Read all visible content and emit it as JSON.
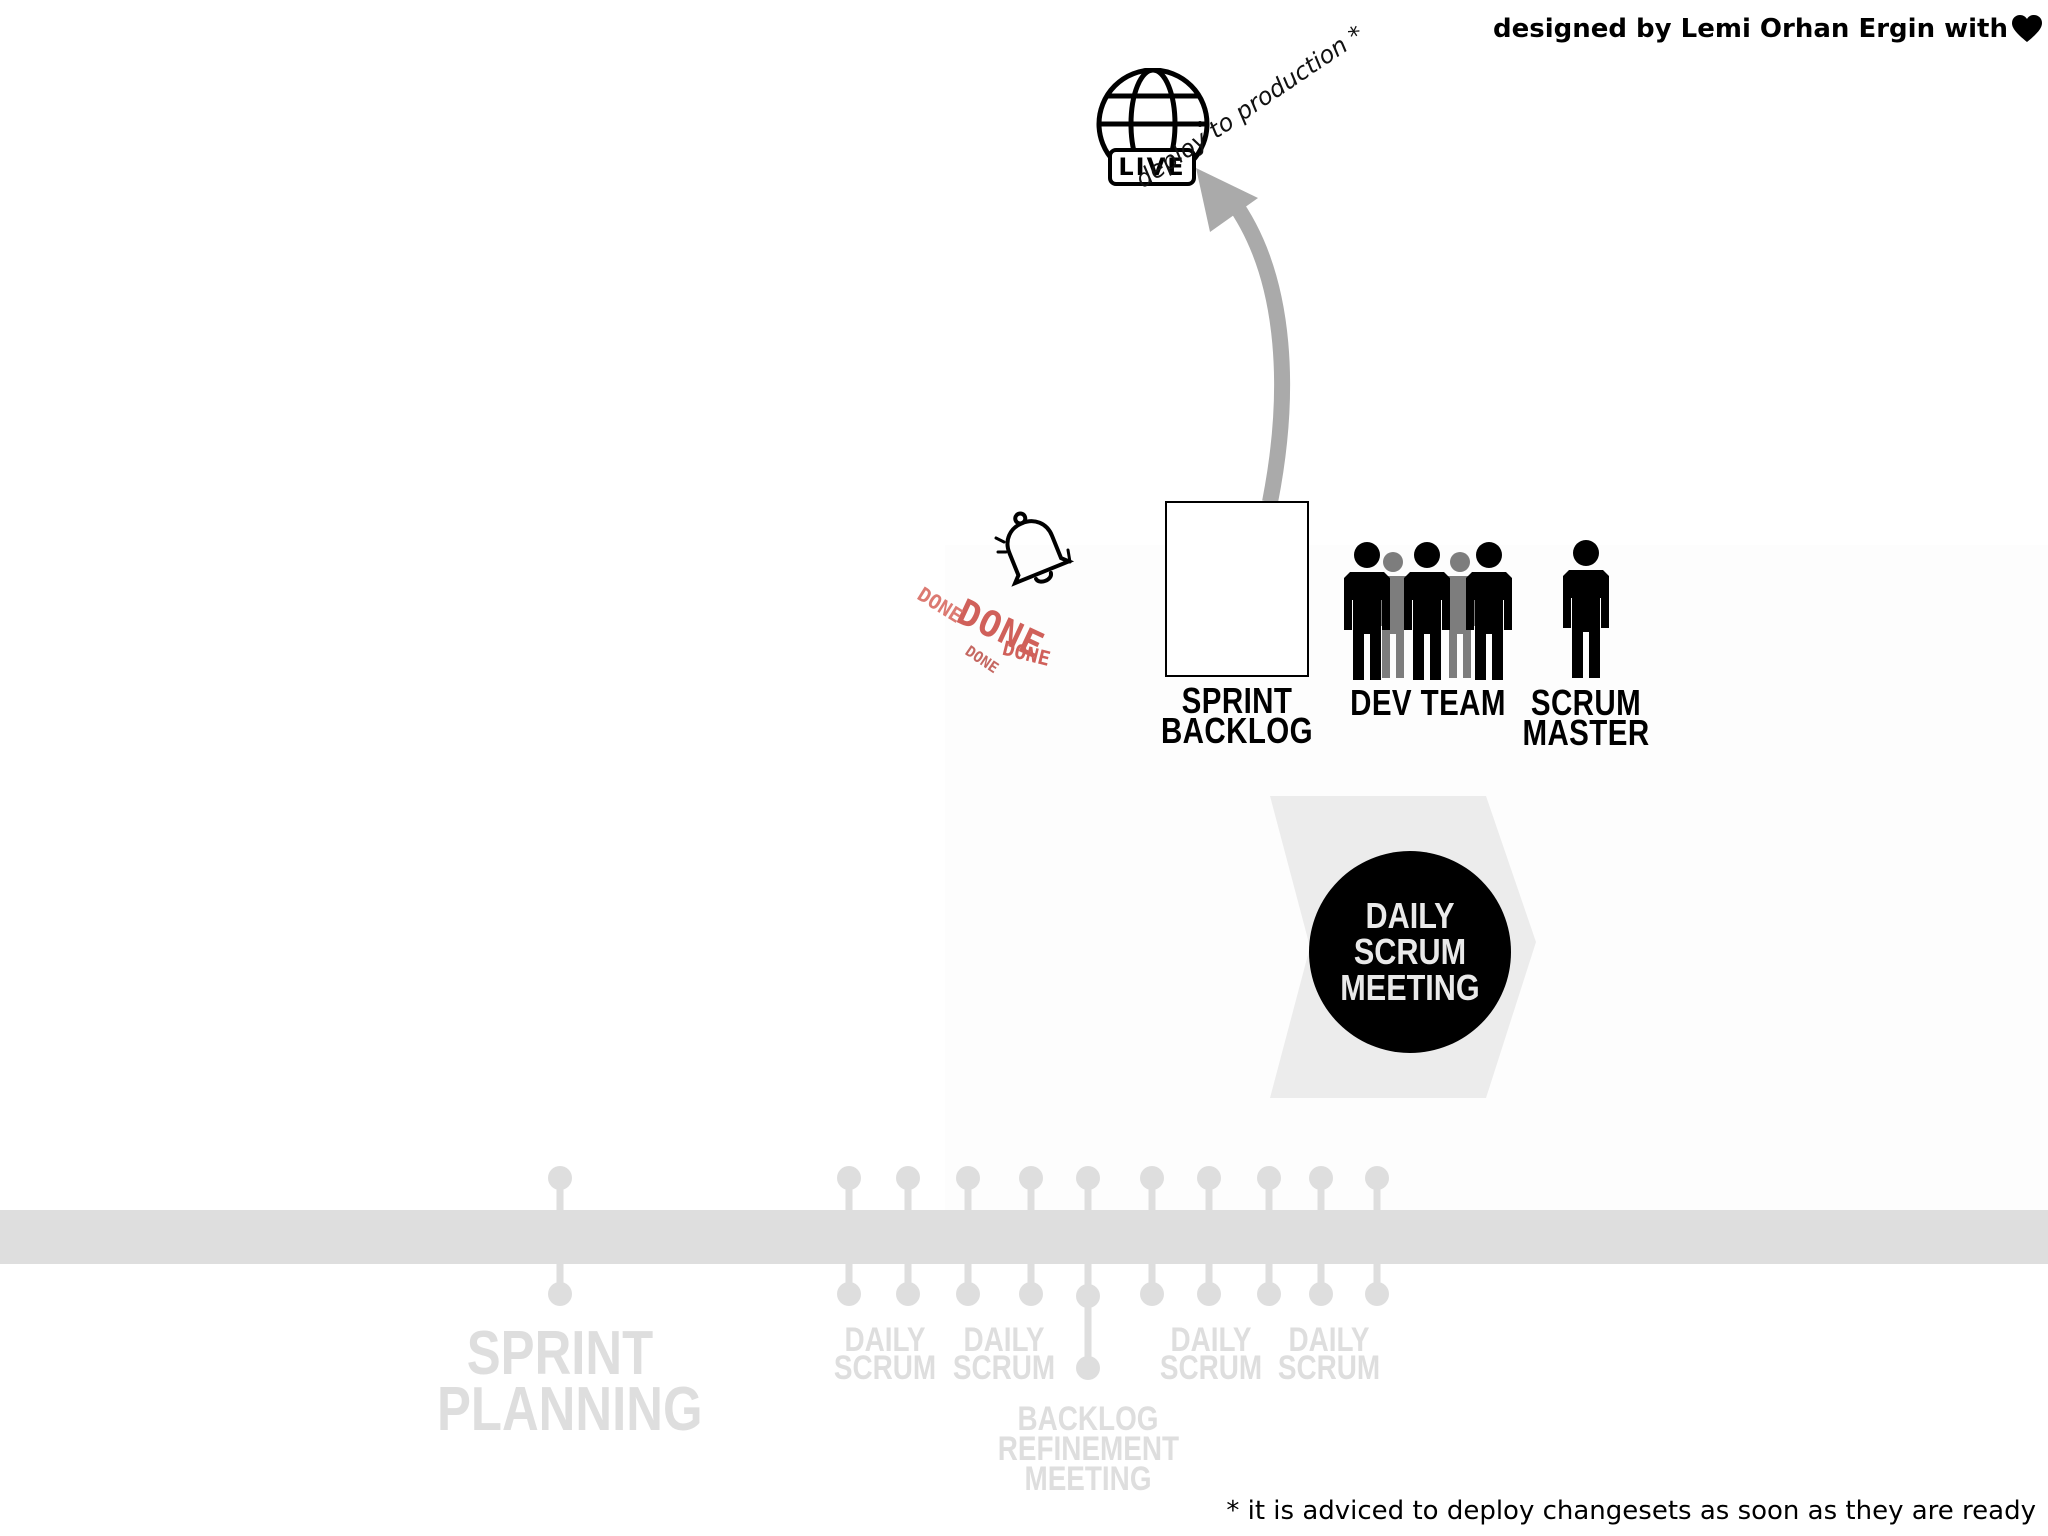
{
  "credit": {
    "text": "designed by Lemi Orhan Ergin with",
    "icon": "heart-icon"
  },
  "live": {
    "label": "LIVE",
    "icon": "globe-icon"
  },
  "deploy": {
    "label": "deploy to production *"
  },
  "done_words": [
    "DONE",
    "DONE",
    "DONE",
    "DONE"
  ],
  "sprint_backlog": {
    "label_line1": "SPRINT",
    "label_line2": "BACKLOG"
  },
  "dev_team": {
    "label": "DEV TEAM"
  },
  "scrum_master": {
    "label_line1": "SCRUM",
    "label_line2": "MASTER"
  },
  "daily_scrum_meeting": {
    "line1": "DAILY",
    "line2": "SCRUM",
    "line3": "MEETING"
  },
  "timeline": {
    "sprint_planning": {
      "line1": "SPRINT",
      "line2": "PLANNING"
    },
    "daily_scrums": [
      {
        "line1": "DAILY",
        "line2": "SCRUM"
      },
      {
        "line1": "DAILY",
        "line2": "SCRUM"
      },
      {
        "line1": "DAILY",
        "line2": "SCRUM"
      },
      {
        "line1": "DAILY",
        "line2": "SCRUM"
      }
    ],
    "backlog_refinement": {
      "line1": "BACKLOG",
      "line2": "REFINEMENT",
      "line3": "MEETING"
    }
  },
  "footnote": "* it is adviced to deploy changesets as soon as they are ready",
  "colors": {
    "timeline": "#dedede",
    "done": "#d0605a",
    "arrow": "#aaaaaa",
    "meeting_circle": "#000000",
    "chevron": "#ececec"
  }
}
